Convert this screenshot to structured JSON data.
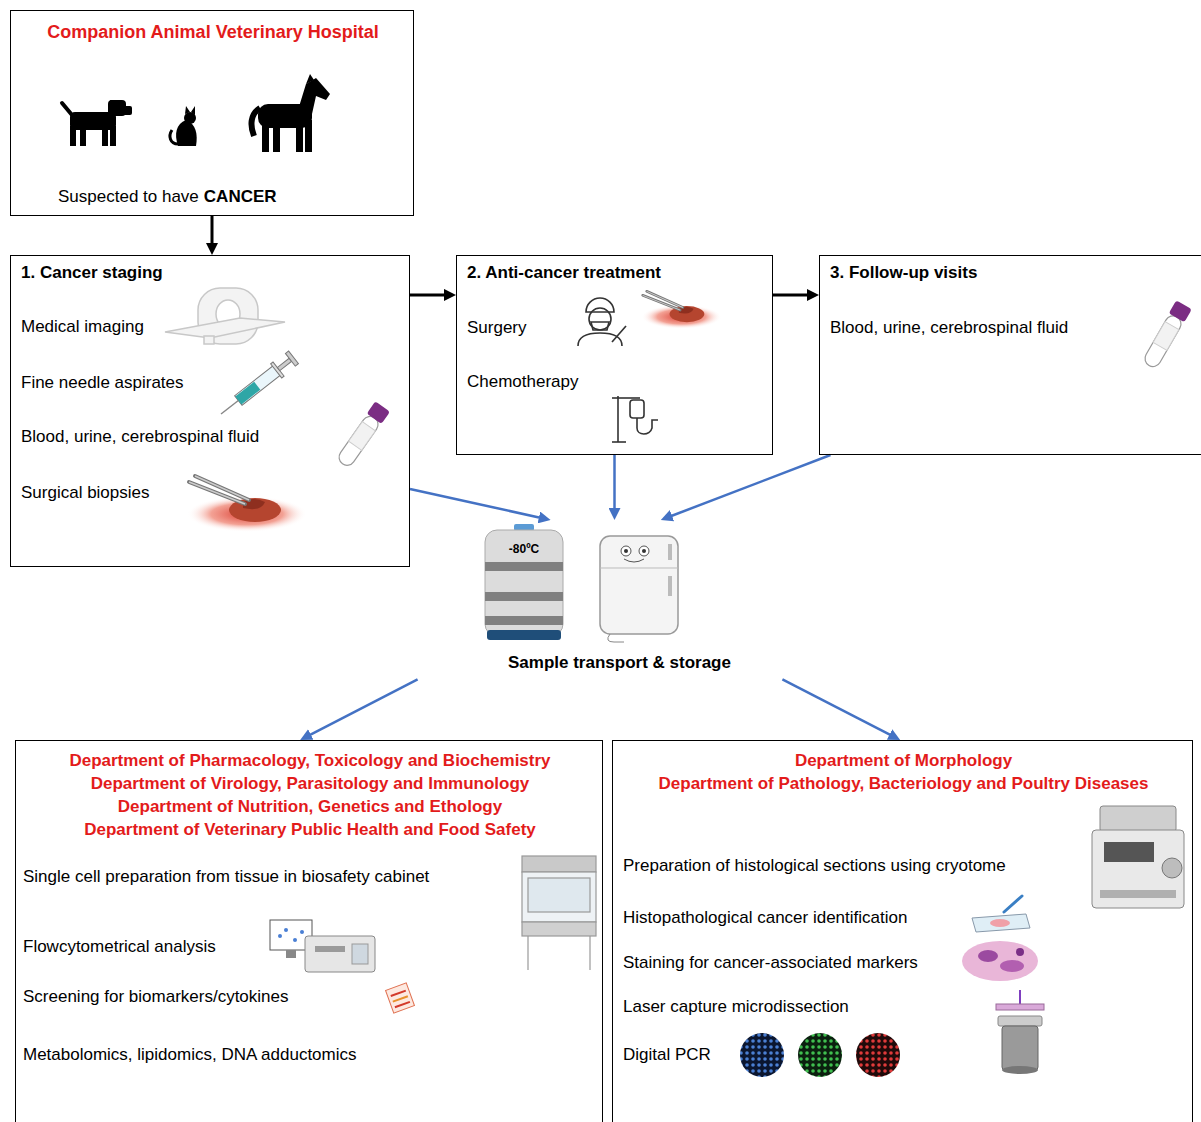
{
  "diagram": {
    "nodes": [
      {
        "text": [
          "Companion Animal Veterinary Hospital",
          "Suspected to have",
          "CANCER"
        ]
      },
      {
        "text": [
          "1. Cancer staging",
          "Medical imaging",
          "Fine needle aspirates",
          "Blood, urine, cerebrospinal fluid",
          "Surgical biopsies"
        ]
      },
      {
        "text": [
          "2. Anti-cancer treatment",
          "Surgery",
          "Chemotherapy"
        ]
      },
      {
        "text": [
          "3. Follow-up visits",
          "Blood, urine, cerebrospinal fluid"
        ]
      },
      {
        "text": [
          "Sample transport & storage"
        ]
      },
      {
        "text": [
          "Department of Pharmacology, Toxicology and Biochemistry",
          "Department of Virology, Parasitology and Immunology",
          "Department of Nutrition, Genetics and Ethology",
          "Department of Veterinary Public Health and Food Safety",
          "Single cell preparation from tissue in biosafety cabinet",
          "Flowcytometrical analysis",
          "Screening for biomarkers/cytokines",
          "Metabolomics, lipidomics, DNA adductomics"
        ]
      },
      {
        "text": [
          "Department of Morphology",
          "Department of Pathology, Bacteriology and Poultry Diseases",
          "Preparation of histological sections using cryotome",
          "Histopathological cancer identification",
          "Staining for cancer-associated markers",
          "Laser capture microdissection",
          "Digital PCR"
        ]
      }
    ],
    "edges": [
      {
        "from": 0,
        "to": 1,
        "arrow": "to"
      },
      {
        "from": 1,
        "to": 2,
        "arrow": "to"
      },
      {
        "from": 2,
        "to": 3,
        "arrow": "to"
      },
      {
        "from": 1,
        "to": 4,
        "arrow": "to"
      },
      {
        "from": 2,
        "to": 4,
        "arrow": "to"
      },
      {
        "from": 3,
        "to": 4,
        "arrow": "to"
      },
      {
        "from": 4,
        "to": 5,
        "arrow": "to"
      },
      {
        "from": 4,
        "to": 6,
        "arrow": "to"
      }
    ],
    "labels": [
      "-80ºC"
    ]
  }
}
